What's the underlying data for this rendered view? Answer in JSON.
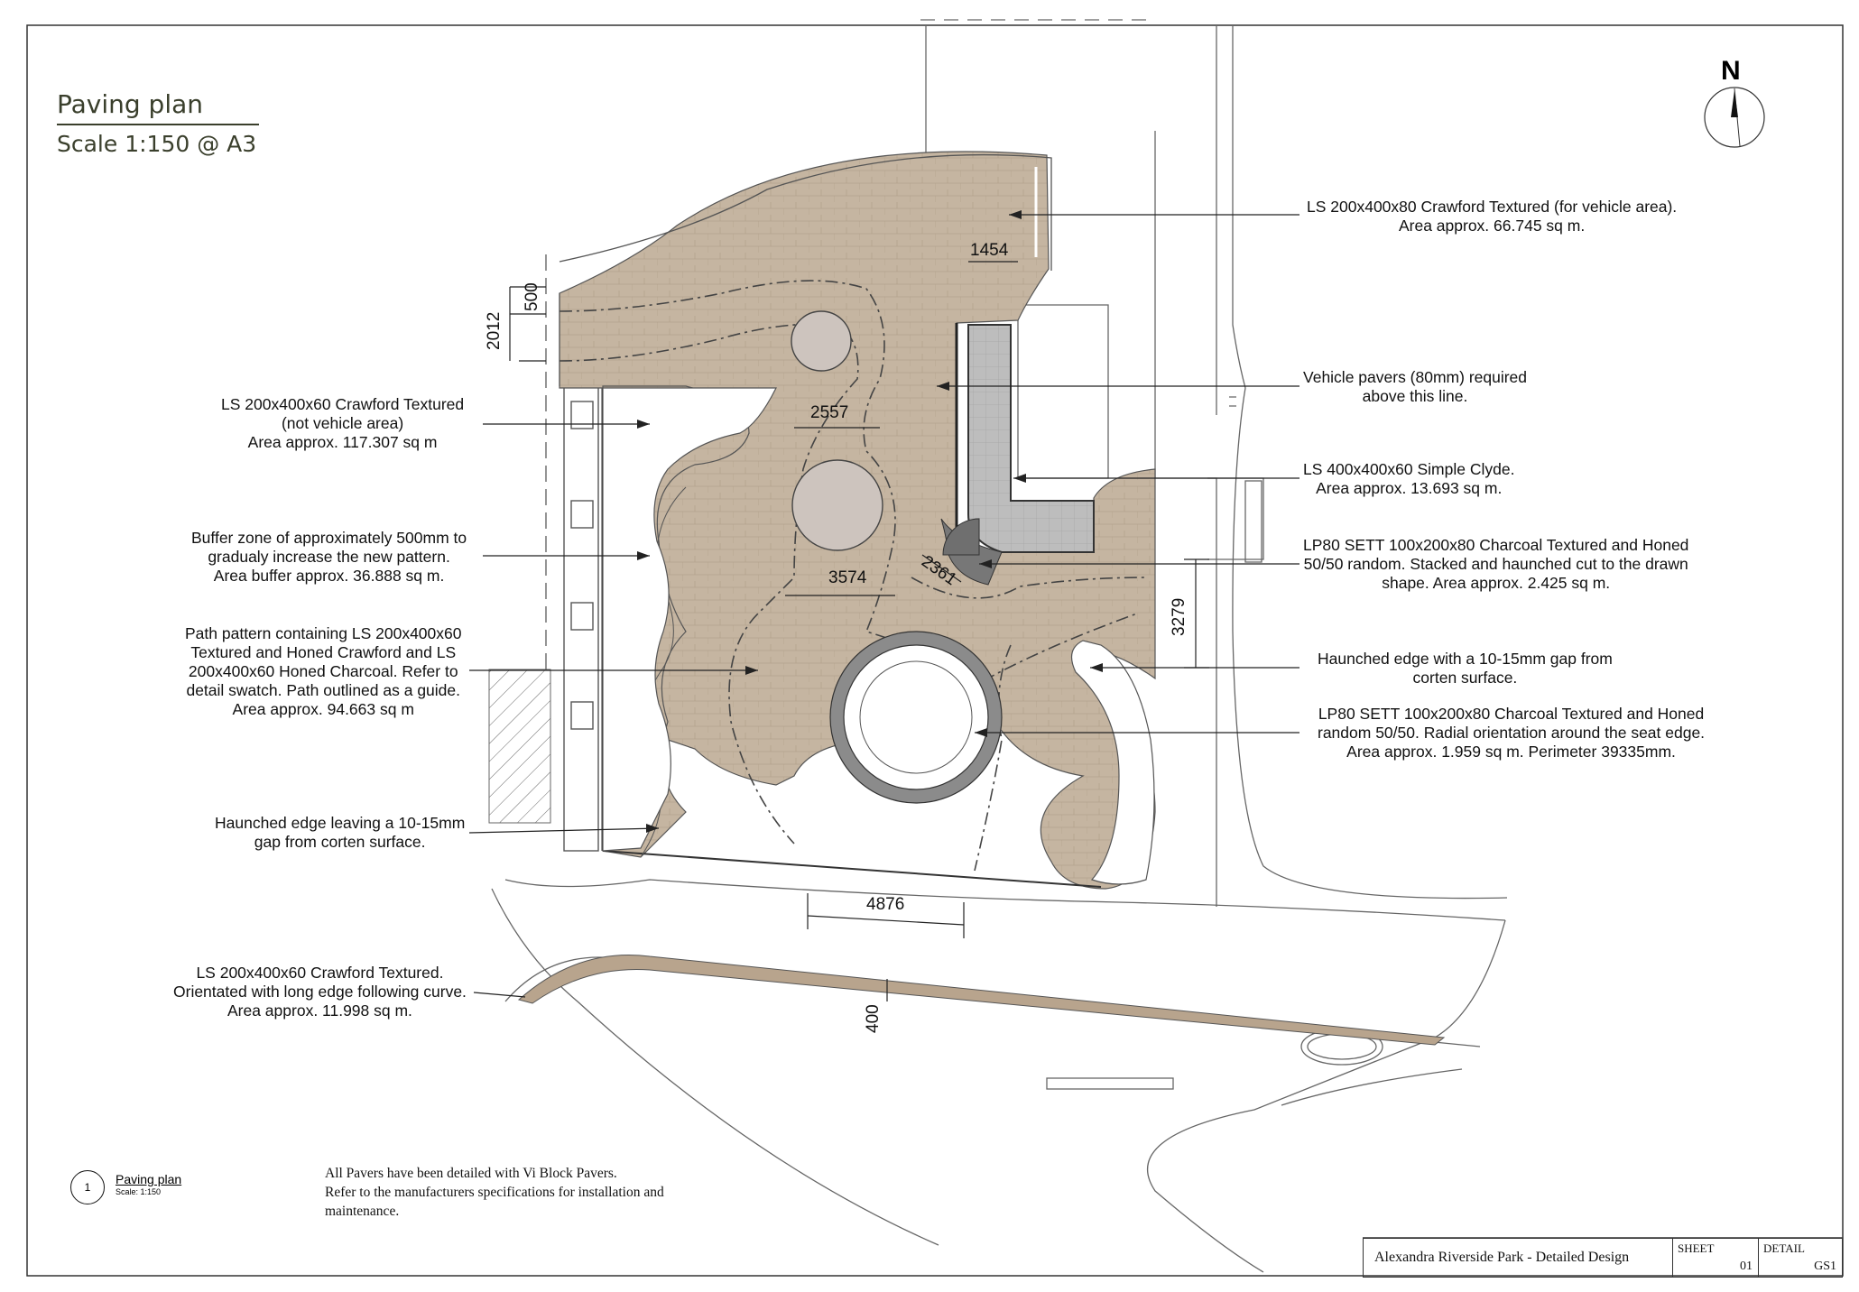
{
  "title": {
    "name": "Paving plan",
    "scale": "Scale 1:150 @ A3"
  },
  "north_label": "N",
  "notes": {
    "crawford_vehicle": [
      "LS 200x400x80 Crawford Textured (for vehicle area).",
      "Area approx. 66.745 sq m."
    ],
    "vehicle_pavers": [
      "Vehicle pavers (80mm) required",
      "above this line."
    ],
    "simple_clyde": [
      "LS 400x400x60 Simple Clyde.",
      "Area approx. 13.693 sq m."
    ],
    "sett_stacked": [
      "LP80 SETT 100x200x80 Charcoal Textured and Honed",
      "50/50 random. Stacked and haunched cut to the drawn",
      "shape. Area approx. 2.425 sq m."
    ],
    "haunched_right": [
      "Haunched edge with a 10-15mm gap from",
      "corten surface."
    ],
    "sett_radial": [
      "LP80 SETT 100x200x80 Charcoal Textured and Honed",
      "random 50/50. Radial orientation around the seat edge.",
      "Area approx. 1.959 sq m. Perimeter 39335mm."
    ],
    "crawford_not_vehicle": [
      "LS 200x400x60 Crawford Textured",
      "(not vehicle area)",
      "Area approx. 117.307 sq m"
    ],
    "buffer_zone": [
      "Buffer zone of approximately 500mm to",
      "gradualy increase the new pattern.",
      "Area buffer approx. 36.888 sq m."
    ],
    "path_pattern": [
      "Path pattern containing LS 200x400x60",
      "Textured and Honed Crawford and LS",
      "200x400x60 Honed Charcoal. Refer to",
      "detail swatch. Path outlined as a guide.",
      "Area approx. 94.663 sq m"
    ],
    "haunched_left": [
      "Haunched edge leaving a 10-15mm",
      "gap from corten surface."
    ],
    "crawford_curve": [
      "LS 200x400x60 Crawford Textured.",
      "Orientated with long edge following curve.",
      "Area approx. 11.998 sq m."
    ]
  },
  "dimensions": {
    "d1454": "1454",
    "d500": "500",
    "d2012": "2012",
    "d2557": "2557",
    "d3574": "3574",
    "d2361": "2361",
    "d3279": "3279",
    "d4876": "4876",
    "d400": "400"
  },
  "footer_note": [
    "All Pavers have been detailed with Vi Block Pavers.",
    "Refer to the manufacturers specifications for installation and",
    "maintenance."
  ],
  "reference": {
    "number": "1",
    "name": "Paving plan",
    "scale": "Scale: 1:150"
  },
  "title_block": {
    "project": "Alexandra Riverside Park - Detailed Design",
    "sheet_label": "SHEET",
    "sheet_value": "01",
    "detail_label": "DETAIL",
    "detail_value": "GS1"
  },
  "colors": {
    "paving": "#c5b5a1",
    "paving_dark": "#8f8378",
    "clyde": "#b9b9b9",
    "circle_fill": "#cdc4be",
    "line": "#555555"
  }
}
